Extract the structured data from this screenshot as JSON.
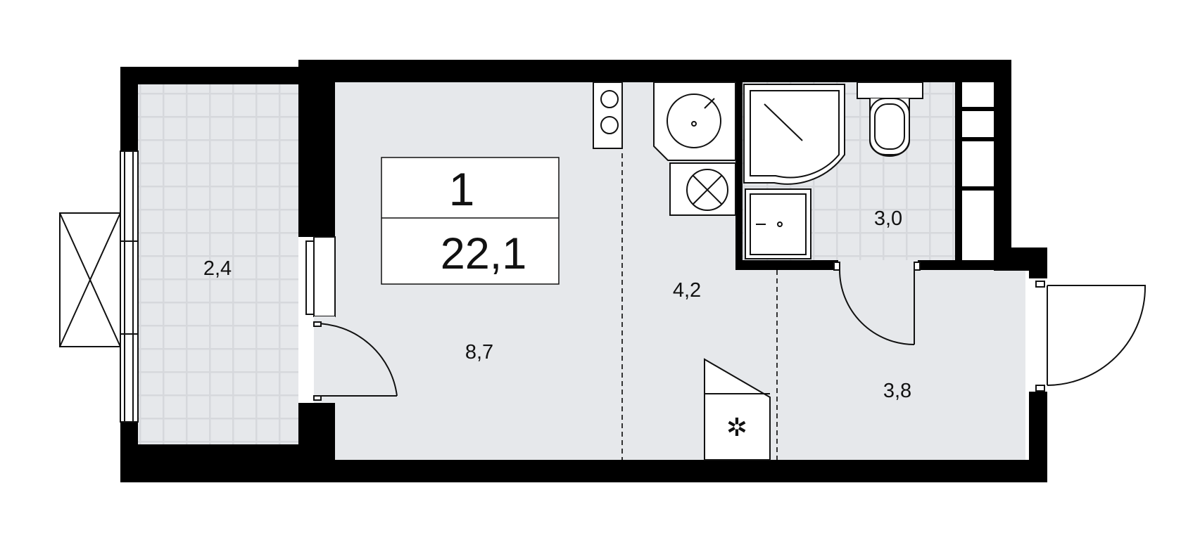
{
  "plan": {
    "room_count": "1",
    "total_area": "22,1",
    "rooms": {
      "balcony": "2,4",
      "living": "8,7",
      "kitchen": "4,2",
      "bathroom": "3,0",
      "hall": "3,8"
    },
    "colors": {
      "wall": "#000000",
      "floor": "#e6e8eb",
      "tile_grid": "#d2d5d9",
      "background": "#ffffff"
    }
  }
}
